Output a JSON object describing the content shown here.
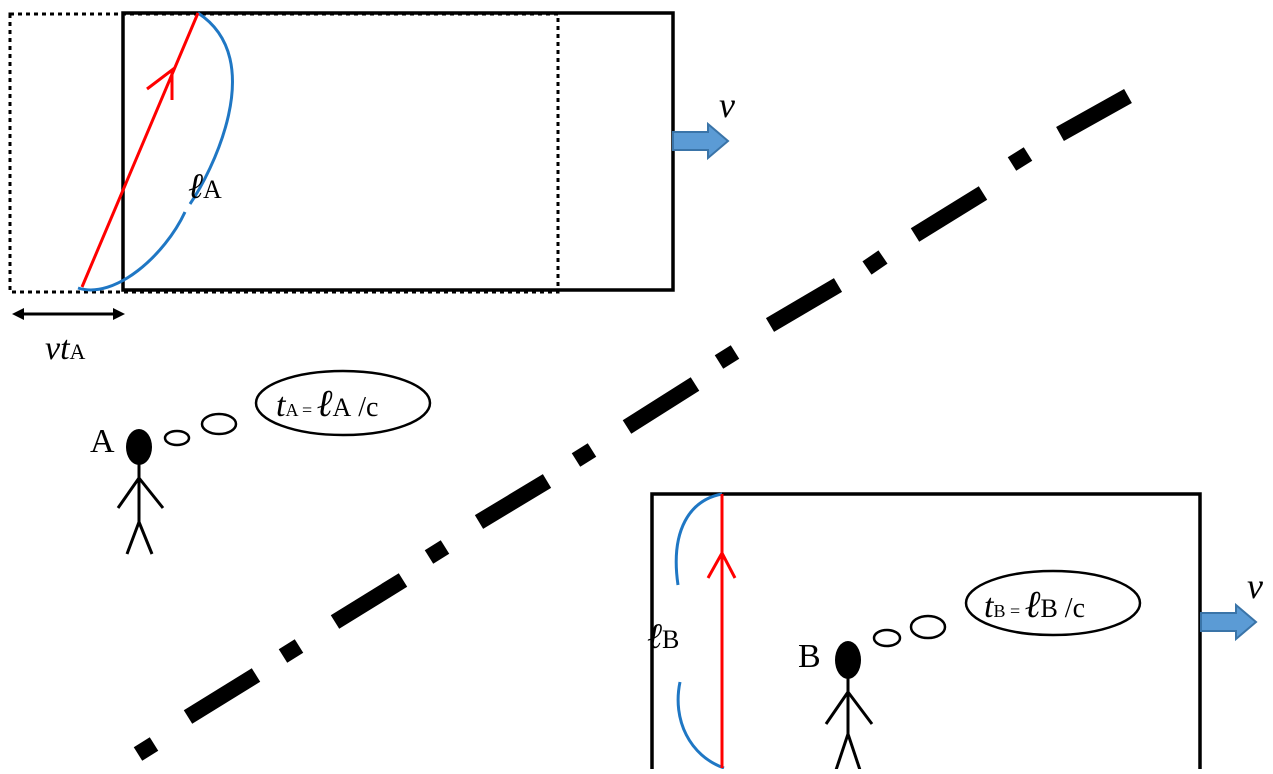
{
  "colors": {
    "box": "#000000",
    "light_path": "#ff0000",
    "path_length_arc": "#1f77c4",
    "velocity_arrow": "#5b9bd5",
    "divider": "#000000"
  },
  "frame_a": {
    "velocity_label": "v",
    "path_length_symbol": "ℓ",
    "path_length_subscript": "A",
    "displacement_label_v": "v",
    "displacement_label_t": "t",
    "displacement_label_sub": "A"
  },
  "frame_b": {
    "velocity_label": "v",
    "path_length_symbol": "ℓ",
    "path_length_subscript": "B"
  },
  "observer_a": {
    "label": "A",
    "thought_t": "t",
    "thought_t_sub": "A",
    "thought_eq": " = ",
    "thought_ell": "ℓ",
    "thought_ell_sub": "A",
    "thought_tail": " /c"
  },
  "observer_b": {
    "label": "B",
    "thought_t": "t",
    "thought_t_sub": "B",
    "thought_eq": " = ",
    "thought_ell": "ℓ",
    "thought_ell_sub": "B",
    "thought_tail": " /c"
  }
}
